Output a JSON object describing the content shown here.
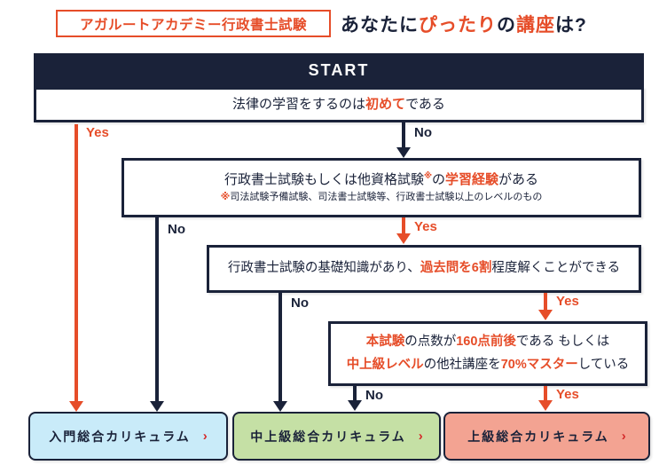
{
  "colors": {
    "navy": "#1a2239",
    "accent": "#e64d29",
    "chevron": "#d42b2b",
    "result_beginner_bg": "#c9ebf9",
    "result_intermediate_bg": "#c5e0a5",
    "result_advanced_bg": "#f3a392"
  },
  "header": {
    "badge": "アガルートアカデミー行政書士試験",
    "title_parts": [
      {
        "t": "あなたに"
      },
      {
        "t": "ぴったり",
        "c": "accent"
      },
      {
        "t": "の"
      },
      {
        "t": "講座",
        "c": "accent"
      },
      {
        "t": "は?"
      }
    ]
  },
  "flow": {
    "start_label": "START",
    "labels": {
      "yes": "Yes",
      "no": "No"
    },
    "q1": {
      "parts": [
        {
          "t": "法律の学習をするのは"
        },
        {
          "t": "初めて",
          "c": "accent"
        },
        {
          "t": "である"
        }
      ]
    },
    "q2": {
      "parts": [
        {
          "t": "行政書士試験もしくは他資格試験"
        },
        {
          "t": "※",
          "c": "accent",
          "sup": true
        },
        {
          "t": "の"
        },
        {
          "t": "学習経験",
          "c": "accent"
        },
        {
          "t": "がある"
        }
      ],
      "footnote_parts": [
        {
          "t": "※",
          "c": "accent"
        },
        {
          "t": "司法試験予備試験、司法書士試験等、行政書士試験以上のレベルのもの"
        }
      ]
    },
    "q3": {
      "parts": [
        {
          "t": "行政書士試験の基礎知識があり、"
        },
        {
          "t": "過去問を6割",
          "c": "accent"
        },
        {
          "t": "程度解くことができる"
        }
      ]
    },
    "q4": {
      "line1_parts": [
        {
          "t": "本試験",
          "c": "accent"
        },
        {
          "t": "の点数が"
        },
        {
          "t": "160点前後",
          "c": "accent"
        },
        {
          "t": "である もしくは"
        }
      ],
      "line2_parts": [
        {
          "t": "中上級レベル",
          "c": "accent"
        },
        {
          "t": "の他社講座を"
        },
        {
          "t": "70%マスター",
          "c": "accent"
        },
        {
          "t": "している"
        }
      ]
    }
  },
  "results": {
    "chevron": "›",
    "items": [
      {
        "label": "入門総合カリキュラム",
        "bg": "#c9ebf9"
      },
      {
        "label": "中上級総合カリキュラム",
        "bg": "#c5e0a5"
      },
      {
        "label": "上級総合カリキュラム",
        "bg": "#f3a392"
      }
    ]
  }
}
